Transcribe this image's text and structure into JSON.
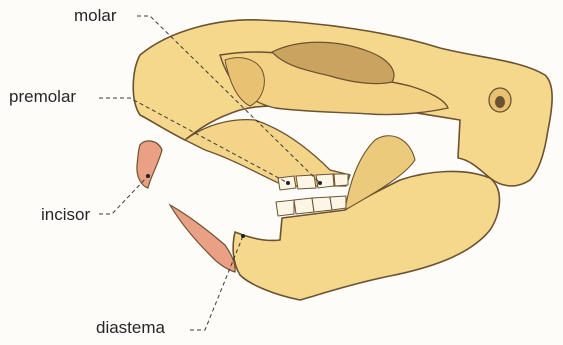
{
  "labels": {
    "molar": "molar",
    "premolar": "premolar",
    "incisor": "incisor",
    "diastema": "diastema"
  },
  "colors": {
    "bone": "#f6d88c",
    "bone_shadow": "#e8c272",
    "outline": "#6b5231",
    "incisor": "#e9a084",
    "tooth": "#fbf6e6",
    "cavity": "#c9a35f",
    "leader": "#3a3a3a"
  }
}
